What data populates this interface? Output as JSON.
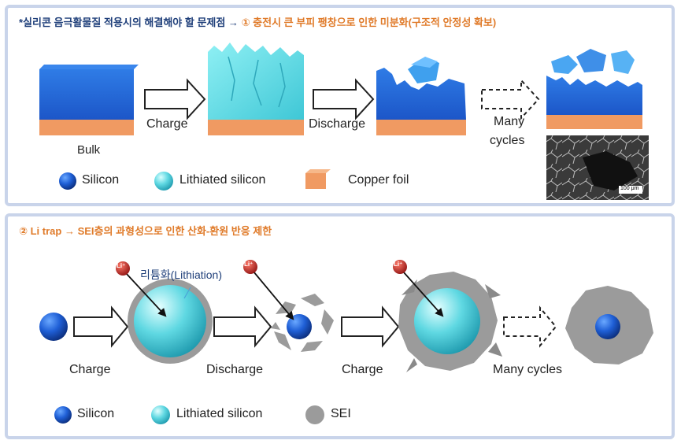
{
  "panel1": {
    "title_lead": "*실리콘 음극활물질 적용시의 해결해야 할 문제점 →",
    "title_point": "① 충전시 큰 부피 팽창으로 인한 미분화(구조적 안정성 확보)",
    "step_labels": {
      "bulk": "Bulk",
      "charge": "Charge",
      "discharge": "Discharge",
      "many_cycles_line1": "Many",
      "many_cycles_line2": "cycles"
    },
    "sem_scale_label": "100 μm",
    "legend": {
      "silicon": "Silicon",
      "lithiated_silicon": "Lithiated silicon",
      "copper_foil": "Copper foil"
    }
  },
  "panel2": {
    "title": "② Li trap → SEI층의 과형성으로 인한 산화-환원 반응 제한",
    "ion_label": "Li⁺",
    "annotation": "리튬화(Lithiation)",
    "step_labels": {
      "charge_1": "Charge",
      "discharge": "Discharge",
      "charge_2": "Charge",
      "many_cycles": "Many cycles"
    },
    "legend": {
      "silicon": "Silicon",
      "lithiated_silicon": "Lithiated silicon",
      "sei": "SEI"
    }
  },
  "colors": {
    "silicon": "#1f5fd6",
    "lithiated_silicon": "#5fd8e2",
    "copper_foil": "#f09a62",
    "sei": "#9b9b9b",
    "li_ion": "#b22222",
    "panel_border": "#c9d4ea",
    "title_navy": "#1f3f7a",
    "title_orange": "#e07b2a"
  }
}
